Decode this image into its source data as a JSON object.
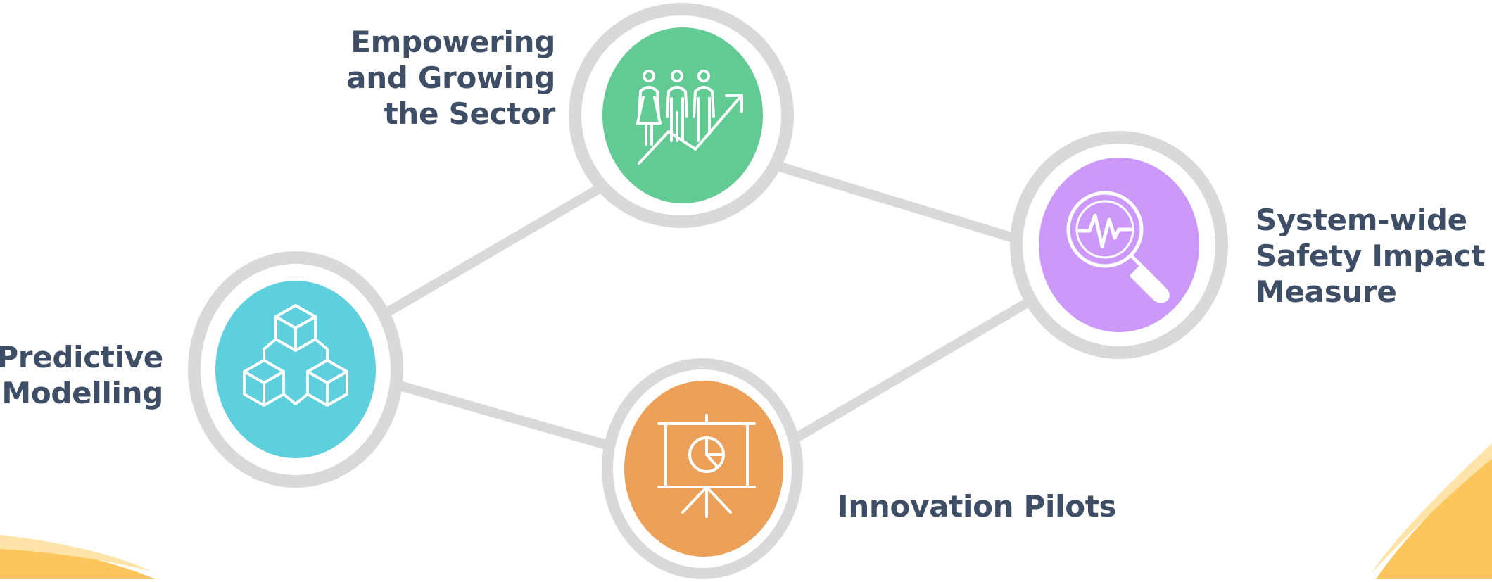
{
  "diagram": {
    "nodes": [
      {
        "id": "empowering",
        "label": "Empowering\nand Growing\nthe Sector",
        "icon": "people-growth-icon",
        "color": "#62cb94"
      },
      {
        "id": "safety",
        "label": "System-wide\nSafety Impact\nMeasure",
        "icon": "magnifier-pulse-icon",
        "color": "#cc99fb"
      },
      {
        "id": "predictive",
        "label": "Predictive\nModelling",
        "icon": "cubes-icon",
        "color": "#5ecfdc"
      },
      {
        "id": "innovation",
        "label": "Innovation Pilots",
        "icon": "presentation-chart-icon",
        "color": "#eb9f57"
      }
    ],
    "edges": [
      [
        "predictive",
        "empowering"
      ],
      [
        "empowering",
        "safety"
      ],
      [
        "predictive",
        "innovation"
      ],
      [
        "innovation",
        "safety"
      ]
    ]
  },
  "colors": {
    "ring": "#d9d9d9",
    "connector": "#d9d9d9",
    "label_text": "#3e4e66",
    "accent_wave": "#fdc65c"
  }
}
